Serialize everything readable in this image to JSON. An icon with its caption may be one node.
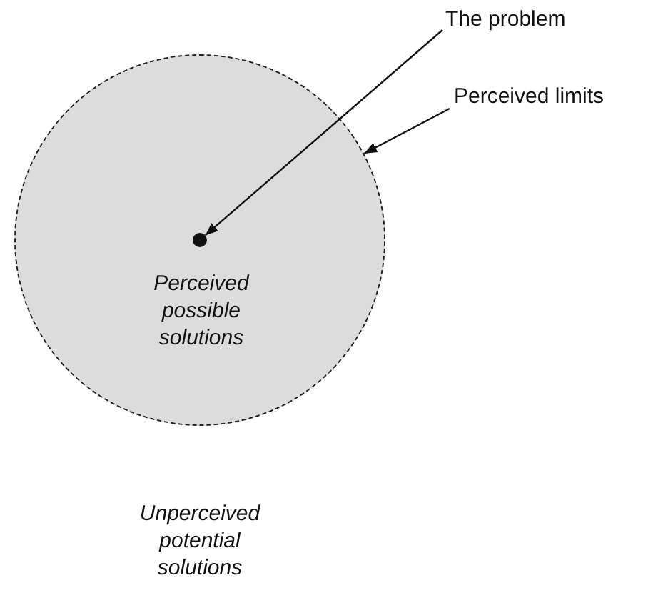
{
  "diagram": {
    "nodes": [
      {
        "text": [
          "Perceived possible solutions"
        ]
      },
      {
        "text": [],
        "shape": "circle",
        "in": 0
      },
      {
        "text": [
          "The problem"
        ]
      },
      {
        "text": [
          "Perceived limits"
        ]
      }
    ],
    "edges": [
      {
        "from": 2,
        "to": 1,
        "arrow": "to"
      },
      {
        "from": 3,
        "to": 0,
        "arrow": "to"
      }
    ],
    "labels": [
      "Unperceived potential solutions"
    ]
  }
}
